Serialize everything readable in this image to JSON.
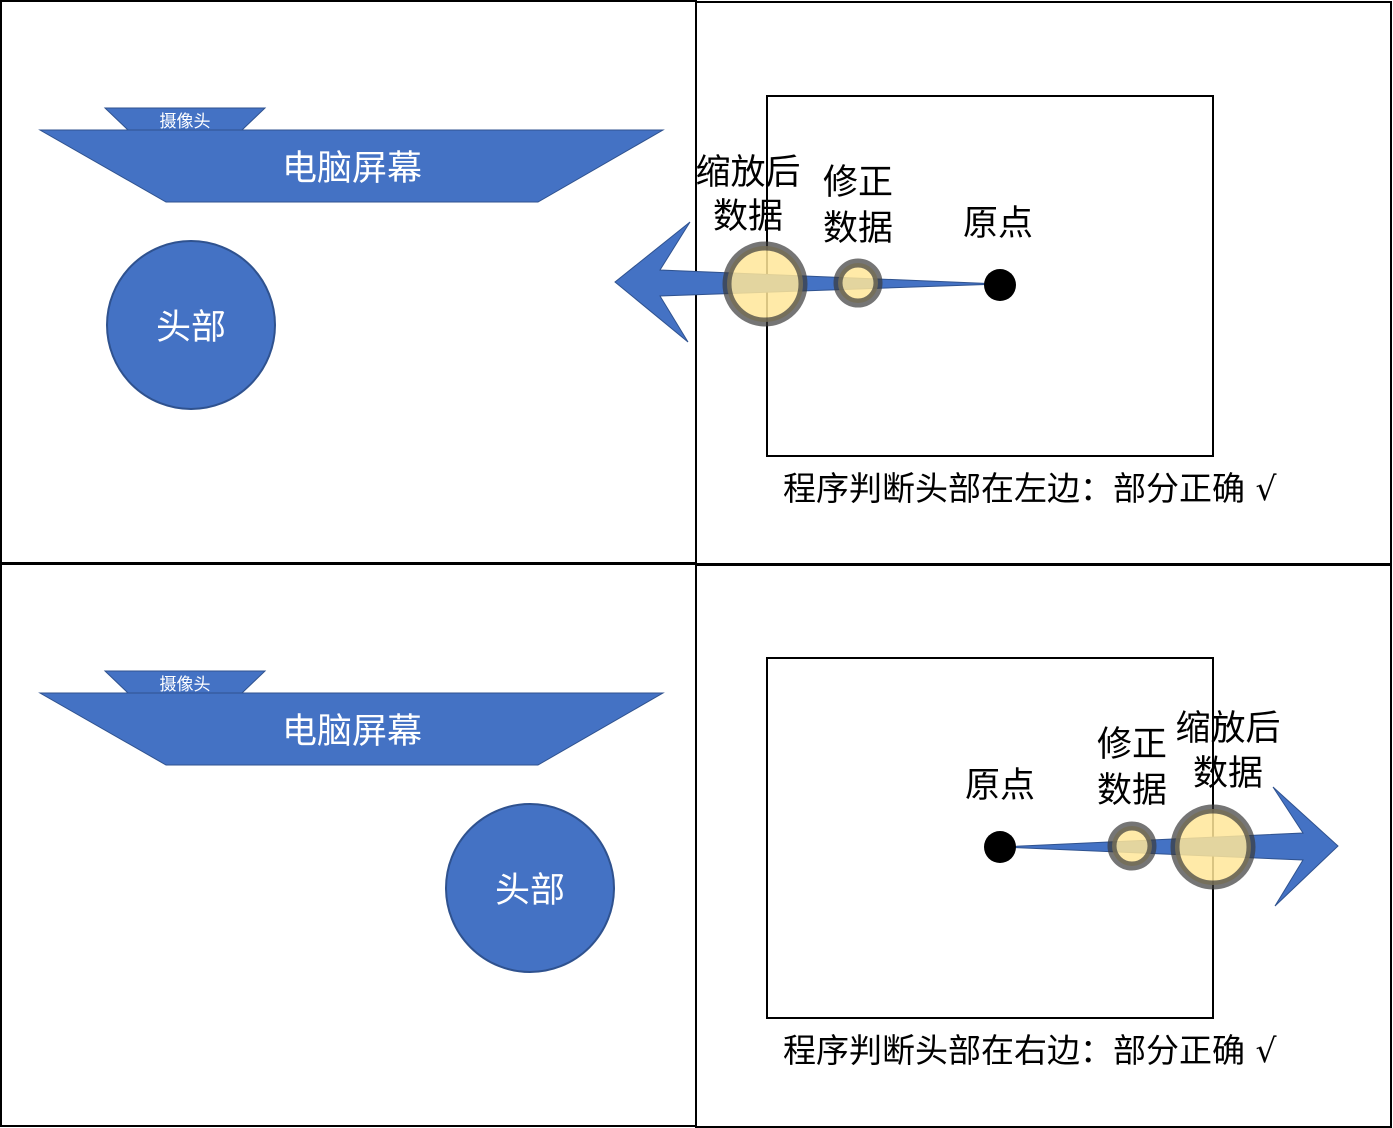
{
  "colors": {
    "shape_blue": "#4472c4",
    "shape_stroke": "#2f528f",
    "marker_fill": "#ffe699",
    "marker_ring": "#595959",
    "origin_dot": "#000000",
    "border": "#000000"
  },
  "panels": [
    {
      "diagram": {
        "camera_label": "摄像头",
        "screen_label": "电脑屏幕",
        "head_label": "头部",
        "head_position": "left"
      },
      "result": {
        "scaled_label_line1": "缩放后",
        "scaled_label_line2": "数据",
        "corrected_label_line1": "修正",
        "corrected_label_line2": "数据",
        "origin_label": "原点",
        "arrow_direction": "left",
        "caption": "程序判断头部在左边：部分正确 √"
      }
    },
    {
      "diagram": {
        "camera_label": "摄像头",
        "screen_label": "电脑屏幕",
        "head_label": "头部",
        "head_position": "right"
      },
      "result": {
        "scaled_label_line1": "缩放后",
        "scaled_label_line2": "数据",
        "corrected_label_line1": "修正",
        "corrected_label_line2": "数据",
        "origin_label": "原点",
        "arrow_direction": "right",
        "caption": "程序判断头部在右边：部分正确 √"
      }
    }
  ]
}
